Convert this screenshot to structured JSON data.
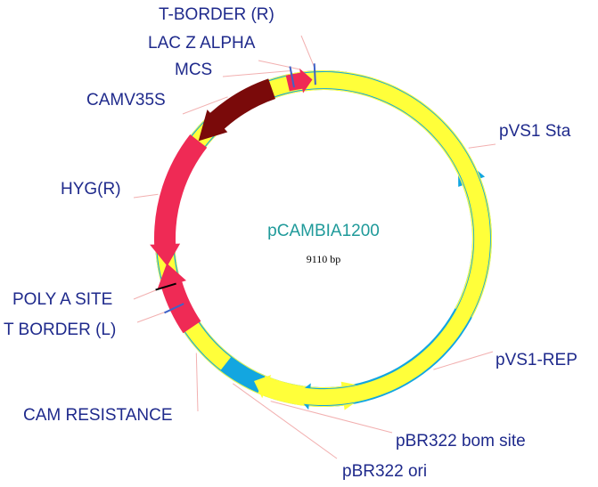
{
  "plasmid": {
    "name": "pCAMBIA1200",
    "size_label": "9110 bp"
  },
  "labels": {
    "t_border_r": "T-BORDER (R)",
    "lac_z_alpha": "LAC Z ALPHA",
    "mcs": "MCS",
    "camv35s": "CAMV35S",
    "hyg_r": "HYG(R)",
    "poly_a_site": "POLY A SITE",
    "t_border_l": "T BORDER (L)",
    "cam_resistance": "CAM RESISTANCE",
    "pbr322_ori": "pBR322 ori",
    "pbr322_bom_site": "pBR322 bom site",
    "pvs1_rep": "pVS1-REP",
    "pvs1_sta": "pVS1 Sta"
  },
  "colors": {
    "backbone": "#f2f2c8",
    "backbone_edge": "#b8b884",
    "red_feature": "#ef2a55",
    "dark_red_feature": "#7a0a0a",
    "cyan_feature": "#13a6e0",
    "yellow_feature": "#ffff3a",
    "site_tick_blue": "#3f63c8",
    "site_tick_black": "#000000",
    "leader": "#f2b0b0",
    "label_text": "#1f2a8c",
    "title_text": "#1f9a9a"
  }
}
